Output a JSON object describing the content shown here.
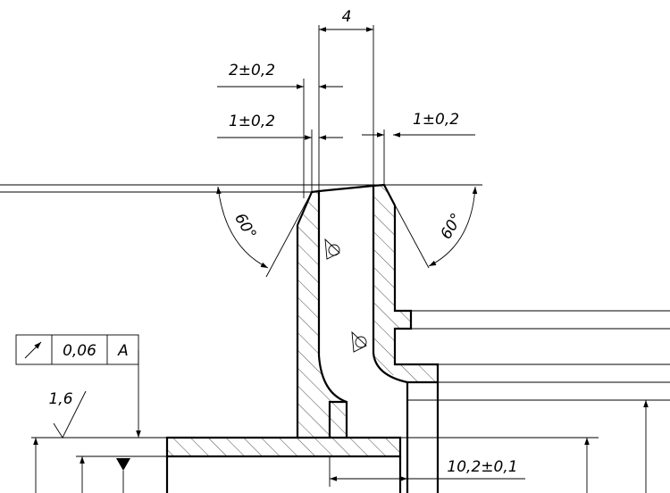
{
  "dimensions": {
    "top_width": "4",
    "outer_chamfer": "2±0,2",
    "inner_chamfer_left": "1±0,2",
    "inner_chamfer_right": "1±0,2",
    "angle_left": "60°",
    "angle_right": "60°",
    "bottom_width": "10,2±0,1"
  },
  "tolerance_frame": {
    "value": "0,06",
    "datum": "A"
  },
  "surface_roughness": "1,6"
}
